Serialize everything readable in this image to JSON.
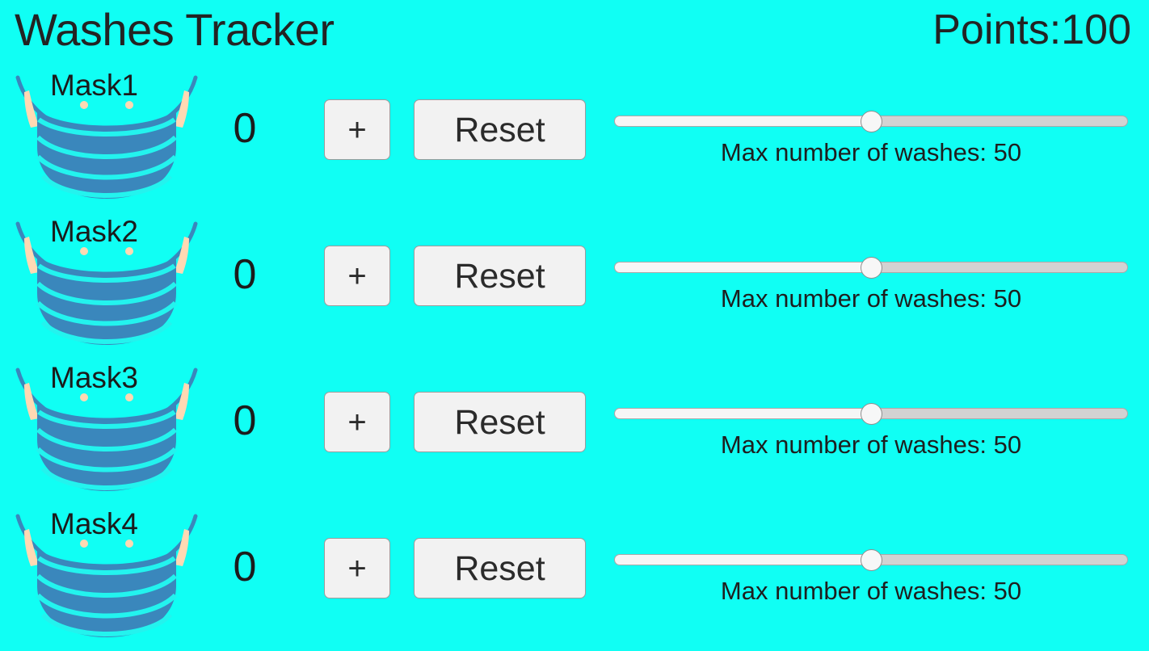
{
  "header": {
    "title": "Washes Tracker",
    "points_label": "Points:",
    "points_value": "100"
  },
  "theme": {
    "background": "#10fff4",
    "mask_body": "#3a87bc",
    "mask_strap": "#3a87bc",
    "mask_ear": "#ffd9b3",
    "text": "#1c1c1c",
    "button_face": "#f2f2f2",
    "button_border": "#9b9b9b",
    "slider_track": "#d2d2d2",
    "slider_fill": "#f6f6f6",
    "slider_thumb": "#f7f7f7"
  },
  "controls": {
    "increment_label": "+",
    "reset_label": "Reset",
    "slider_caption_prefix": "Max number of washes: "
  },
  "rows": [
    {
      "mask_label": "Mask1",
      "mask_icon": "face-mask-icon",
      "wash_count": "0",
      "increment_label": "+",
      "reset_label": "Reset",
      "max_washes": "50",
      "slider_caption": "Max number of washes: 50",
      "slider_percent": 50
    },
    {
      "mask_label": "Mask2",
      "mask_icon": "face-mask-icon",
      "wash_count": "0",
      "increment_label": "+",
      "reset_label": "Reset",
      "max_washes": "50",
      "slider_caption": "Max number of washes: 50",
      "slider_percent": 50
    },
    {
      "mask_label": "Mask3",
      "mask_icon": "face-mask-icon",
      "wash_count": "0",
      "increment_label": "+",
      "reset_label": "Reset",
      "max_washes": "50",
      "slider_caption": "Max number of washes: 50",
      "slider_percent": 50
    },
    {
      "mask_label": "Mask4",
      "mask_icon": "face-mask-icon",
      "wash_count": "0",
      "increment_label": "+",
      "reset_label": "Reset",
      "max_washes": "50",
      "slider_caption": "Max number of washes: 50",
      "slider_percent": 50
    }
  ]
}
